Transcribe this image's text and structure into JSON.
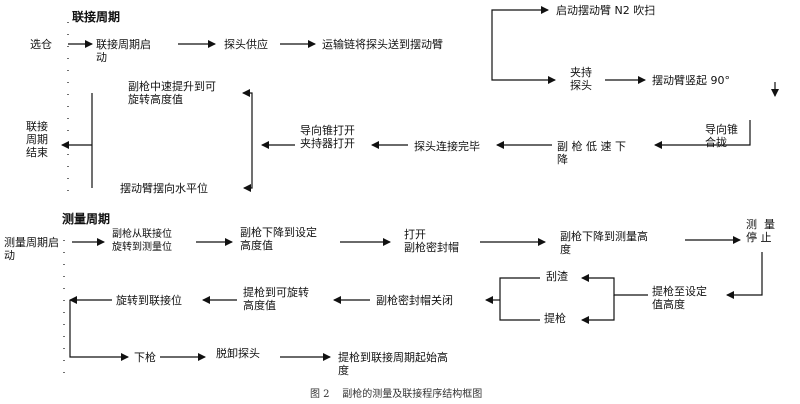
{
  "section_connect": {
    "heading": "联接周期",
    "select_bin": "选仓",
    "connect_start": "联接周期启\n动",
    "probe_supply": "探头供应",
    "conveyor": "运输链将探头送到摆动臂",
    "start_swing_arm": "启动摆动臂 N2 吹扫",
    "clamp_probe": "夹持\n探头",
    "swing_arm_up": "摆动臂竖起 90°",
    "guide_cone_close": "导向锥\n合拢",
    "lance_slow_down": "副 枪 低 速 下\n降",
    "probe_connected": "探头连接完毕",
    "open_guide_clamp": "导向锥打开\n夹持器打开",
    "lance_mid_up": "副枪中速提升到可\n旋转高度值",
    "swing_arm_horizontal": "摆动臂摆向水平位",
    "connect_end": "联接\n周期\n结束"
  },
  "section_measure": {
    "heading": "测量周期",
    "measure_start": "测量周期启\n动",
    "rotate_to_measure": "副枪从联接位\n旋转到测量位",
    "lance_down_set": "副枪下降到设定\n高度值",
    "open_seal_cap": "打开\n副枪密封帽",
    "lance_down_measure": "副枪下降到测量高\n度",
    "measure_stop": "测  量\n停 止",
    "raise_to_set": "提枪至设定\n值高度",
    "scrape_slag": "刮渣",
    "raise_lance": "提枪",
    "close_seal_cap": "副枪密封帽关闭",
    "raise_rotatable": "提枪到可旋转\n高度值",
    "rotate_to_connect": "旋转到联接位",
    "lower_lance": "下枪",
    "remove_probe": "脱卸探头",
    "raise_to_connect_start": "提枪到联接周期起始高\n度"
  },
  "caption": "图 2    副枪的测量及联接程序结构框图"
}
